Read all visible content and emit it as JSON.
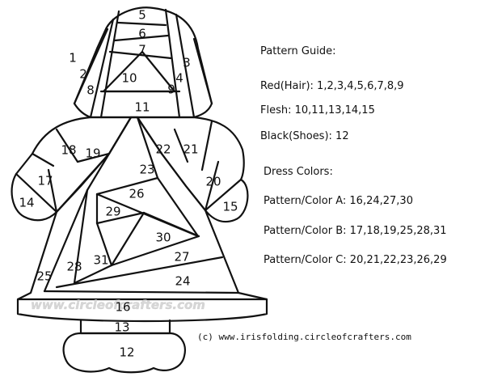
{
  "guide": {
    "heading": "Pattern Guide:",
    "red_hair": "Red(Hair): 1,2,3,4,5,6,7,8,9",
    "flesh": "Flesh: 10,11,13,14,15",
    "black_shoes": "Black(Shoes): 12",
    "dress_heading": "Dress Colors:",
    "pattern_a": "Pattern/Color A: 16,24,27,30",
    "pattern_b": "Pattern/Color B: 17,18,19,25,28,31",
    "pattern_c": "Pattern/Color C: 20,21,22,23,26,29"
  },
  "watermark": "www.circleofcrafters.com",
  "copyright": "(c) www.irisfolding.circleofcrafters.com",
  "labels": {
    "n1": "1",
    "n2": "2",
    "n3": "3",
    "n4": "4",
    "n5": "5",
    "n6": "6",
    "n7": "7",
    "n8": "8",
    "n9": "9",
    "n10": "10",
    "n11": "11",
    "n12": "12",
    "n13": "13",
    "n14": "14",
    "n15": "15",
    "n16": "16",
    "n17": "17",
    "n18": "18",
    "n19": "19",
    "n20": "20",
    "n21": "21",
    "n22": "22",
    "n23": "23",
    "n24": "24",
    "n25": "25",
    "n26": "26",
    "n27": "27",
    "n28": "28",
    "n29": "29",
    "n30": "30",
    "n31": "31"
  }
}
